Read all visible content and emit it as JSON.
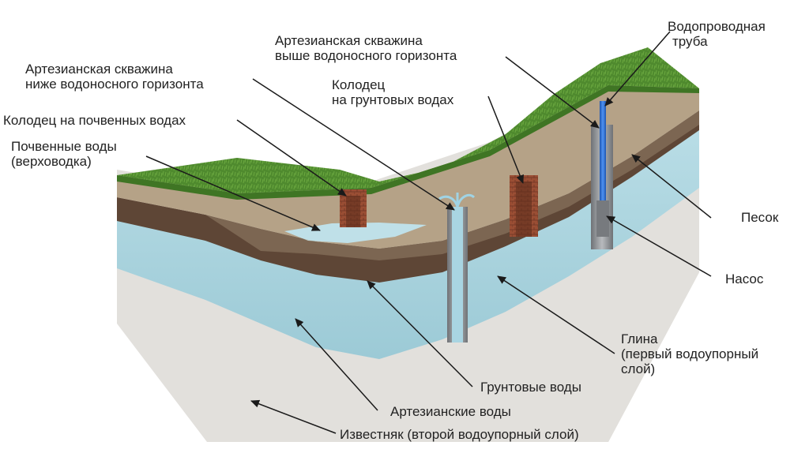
{
  "labels": {
    "artesian_below": {
      "line1": "Артезианская скважина",
      "line2": "ниже водоносного горизонта"
    },
    "artesian_above": {
      "line1": "Артезианская скважина",
      "line2": "выше водоносного горизонта"
    },
    "water_pipe": {
      "line1": "Водопроводная",
      "line2": "труба"
    },
    "ground_well": {
      "line1": "Колодец",
      "line2": "на грунтовых водах"
    },
    "soil_well": "Колодец на почвенных водах",
    "soil_water": {
      "line1": "Почвенные воды",
      "line2": "(верховодка)"
    },
    "sand": "Песок",
    "pump": "Насос",
    "clay": {
      "line1": "Глина",
      "line2": "(первый водоупорный",
      "line3": "слой)"
    },
    "groundwater": "Грунтовые воды",
    "artesian_water": "Артезианские воды",
    "limestone": "Известняк (второй водоупорный слой)"
  },
  "colors": {
    "grass_top": "#4f8a2e",
    "grass_front": "#3f7524",
    "sand": "#b5a287",
    "clay": "#5e4636",
    "water": "#a8d1dc",
    "limestone_side": "#cfcdc8",
    "limestone_front": "#e1dfdb",
    "brick": "#9a4e34",
    "pipe_grey": "#8f9296",
    "pipe_blue": "#2b6fd6",
    "leader": "#1a1a1a"
  }
}
